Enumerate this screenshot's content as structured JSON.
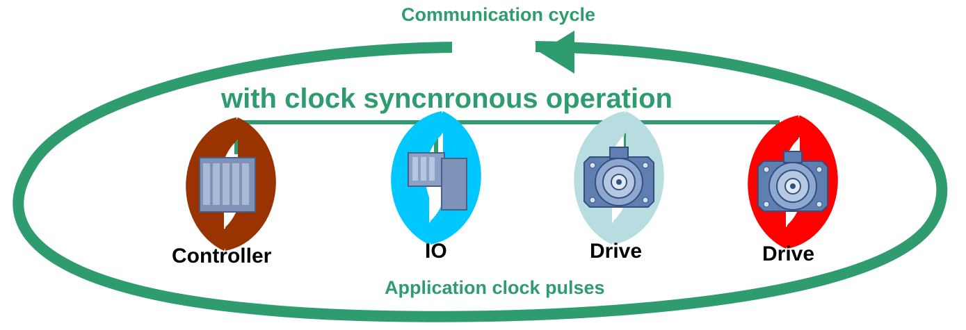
{
  "title": "Communication cycle",
  "subtitle": "with clock syncnronous operation",
  "bottom_label": "Application clock pulses",
  "devices": [
    {
      "label": "Controller",
      "kind": "plc",
      "color": "#993300"
    },
    {
      "label": "IO",
      "kind": "io-module",
      "color": "#00c8ff"
    },
    {
      "label": "Drive",
      "kind": "motor",
      "color": "#b8dde0"
    },
    {
      "label": "Drive",
      "kind": "motor",
      "color": "#ff0000"
    }
  ],
  "colors": {
    "accent": "#2e9c6e",
    "device_body": "#6a88b4"
  },
  "icons": [
    "cycle-arrows-icon",
    "plc-icon",
    "io-module-icon",
    "motor-icon"
  ]
}
